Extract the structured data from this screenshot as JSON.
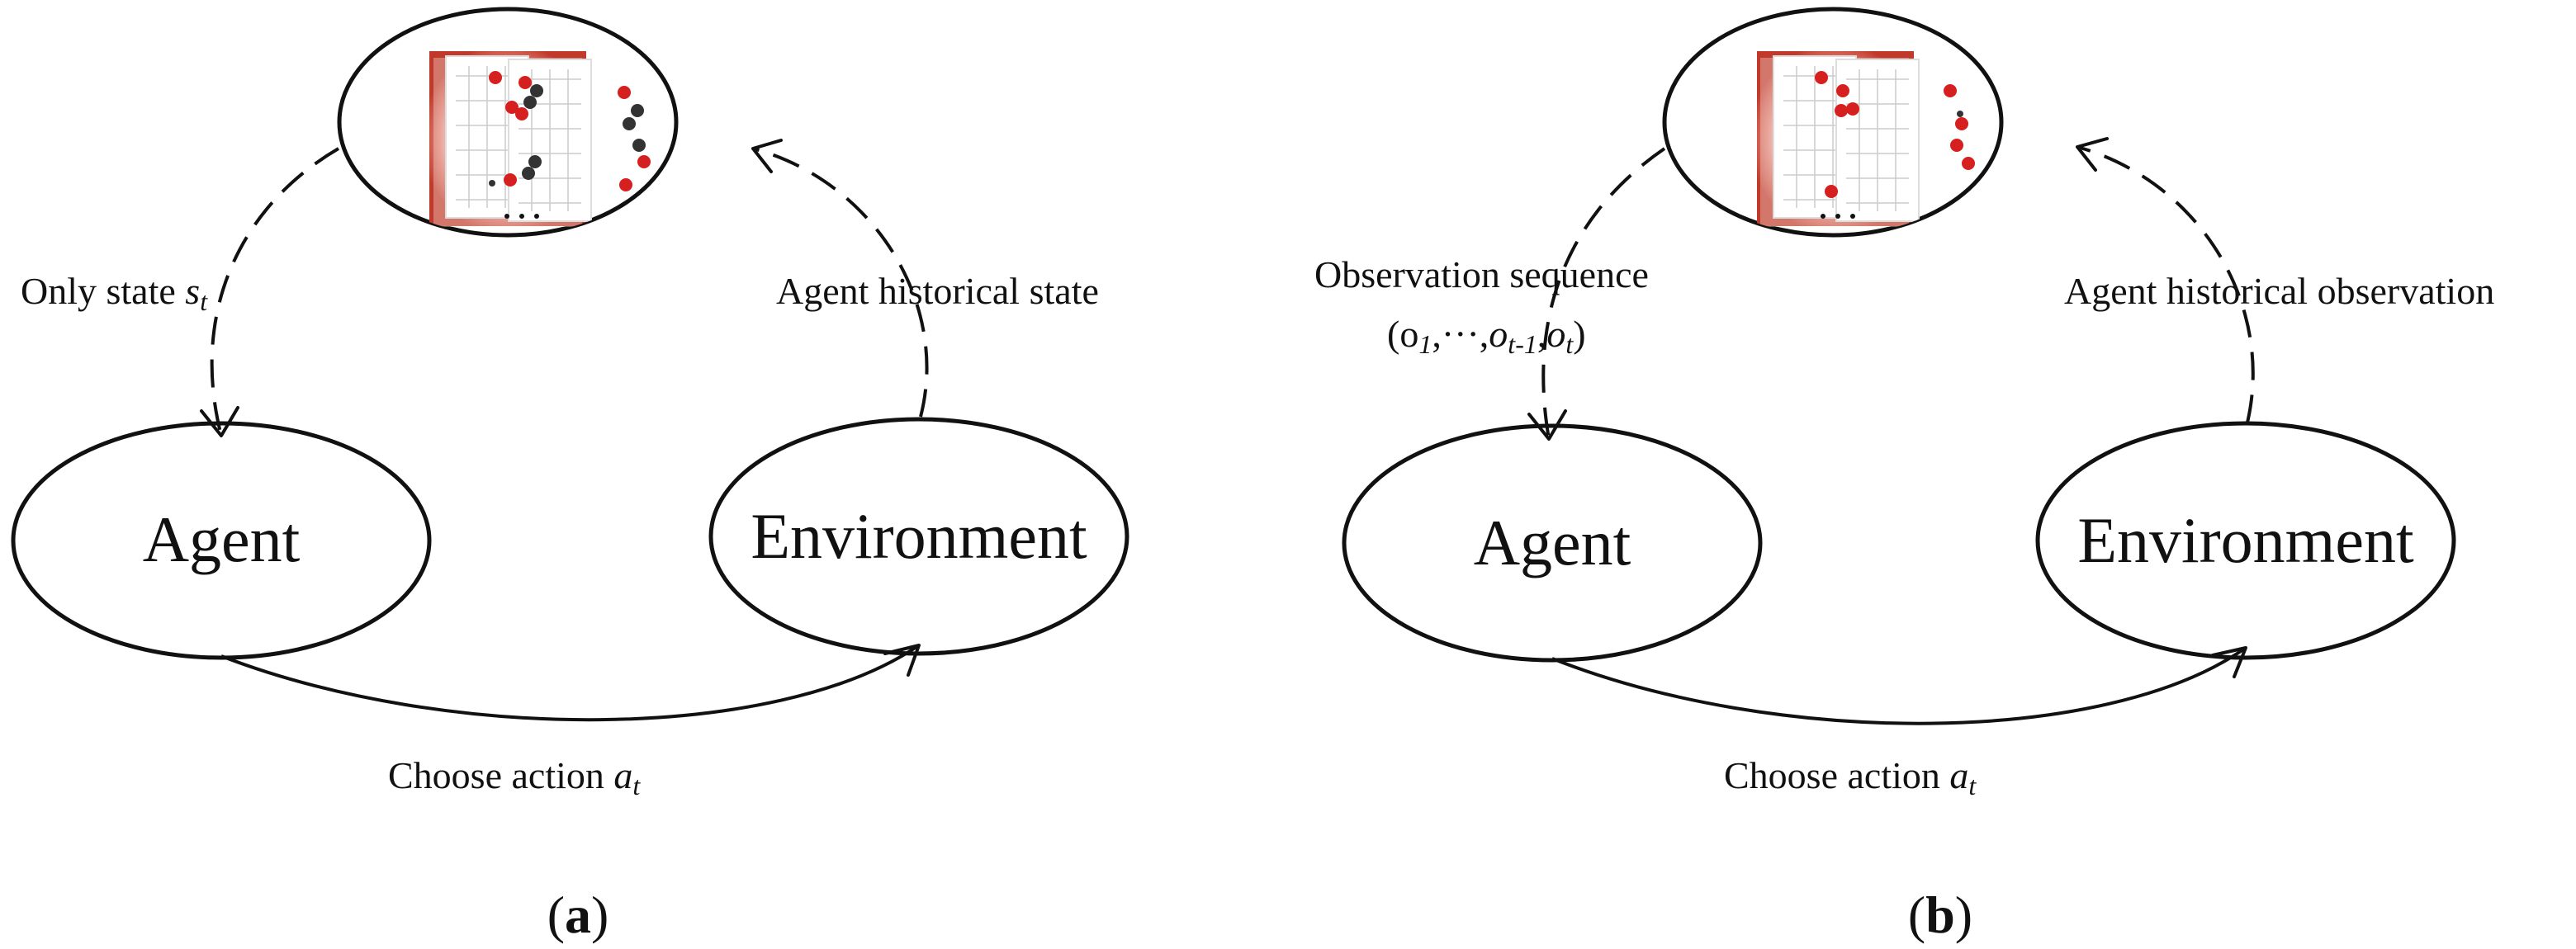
{
  "panels": [
    {
      "id": "a",
      "label_open": "(",
      "label_letter": "a",
      "label_close": ")",
      "agent_label": "Agent",
      "environment_label": "Environment",
      "left_edge_label_text": "Only state ",
      "left_edge_label_math": "s",
      "left_edge_label_sub": "t",
      "right_edge_label": "Agent historical state",
      "bottom_edge_label_text": "Choose action ",
      "bottom_edge_label_math": "a",
      "bottom_edge_label_sub": "t"
    },
    {
      "id": "b",
      "label_open": "(",
      "label_letter": "b",
      "label_close": ")",
      "agent_label": "Agent",
      "environment_label": "Environment",
      "left_edge_label_line1": "Observation sequence",
      "left_edge_label_line2": {
        "open": "(o",
        "sub1": "1",
        "mid": ",···,",
        "o2": "o",
        "sub2": "t",
        "minus": "-",
        "sub3": "1",
        "comma": ",",
        "o3": "o",
        "sub4": "t",
        "close": ")"
      },
      "right_edge_label": "Agent historical observation",
      "bottom_edge_label_text": "Choose action ",
      "bottom_edge_label_math": "a",
      "bottom_edge_label_sub": "t"
    }
  ],
  "colors": {
    "stroke": "#111111",
    "board_glow": "#c0392b",
    "stone_red": "#d61f1f",
    "stone_black": "#333333",
    "board_paper": "#f5ebe3"
  },
  "icons": [
    "go-board-stack-icon"
  ]
}
